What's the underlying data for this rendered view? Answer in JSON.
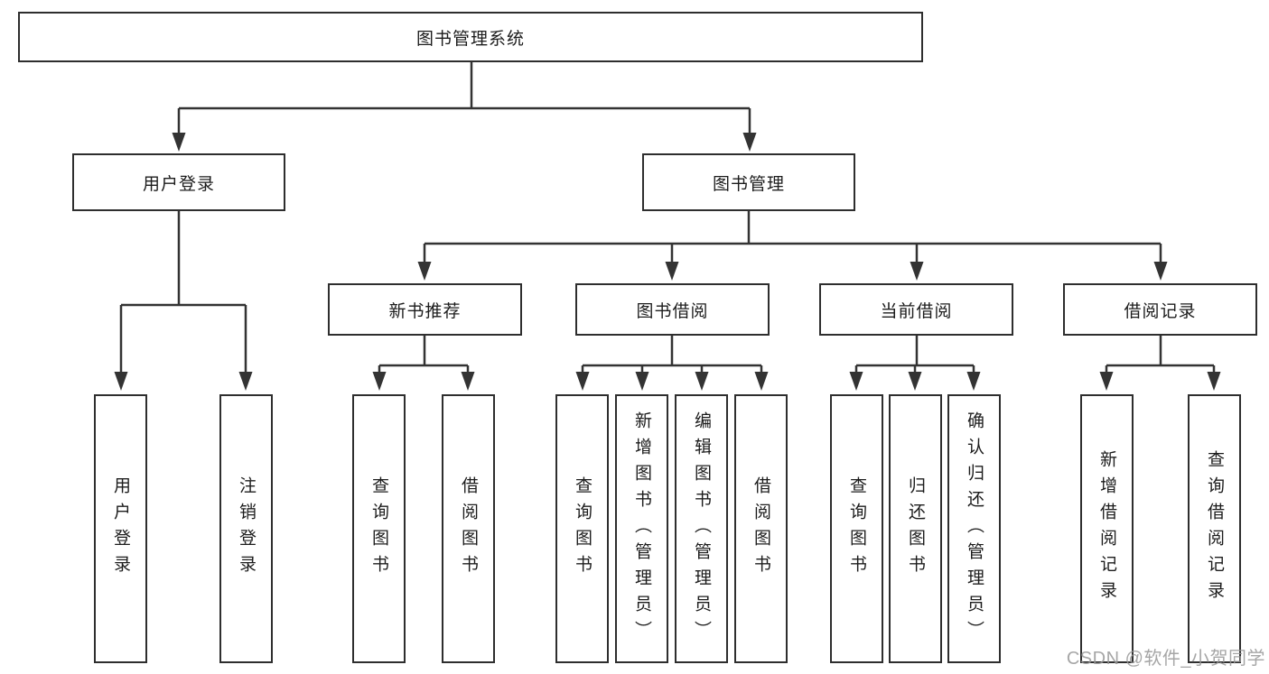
{
  "nodes": {
    "root": "图书管理系统",
    "user_login": "用户登录",
    "book_management": "图书管理",
    "new_book_recommend": "新书推荐",
    "book_borrowing": "图书借阅",
    "current_borrowing": "当前借阅",
    "borrowing_records": "借阅记录",
    "user_login_leaf": "用户登录",
    "logout_leaf": "注销登录",
    "recommend_query_book": "查询图书",
    "recommend_borrow_book": "借阅图书",
    "borrowing_query_book": "查询图书",
    "borrowing_add_book": "新增图书（管理员）",
    "borrowing_edit_book": "编辑图书（管理员）",
    "borrowing_borrow_book": "借阅图书",
    "current_query_book": "查询图书",
    "current_return_book": "归还图书",
    "current_confirm_return": "确认归还（管理员）",
    "records_add_record": "新增借阅记录",
    "records_query_record": "查询借阅记录"
  },
  "watermark": "CSDN @软件_小贺同学",
  "colors": {
    "line": "#333333",
    "box_border": "#2e2e2e",
    "text": "#1c1c1c",
    "watermark": "#979797",
    "background": "#ffffff"
  }
}
